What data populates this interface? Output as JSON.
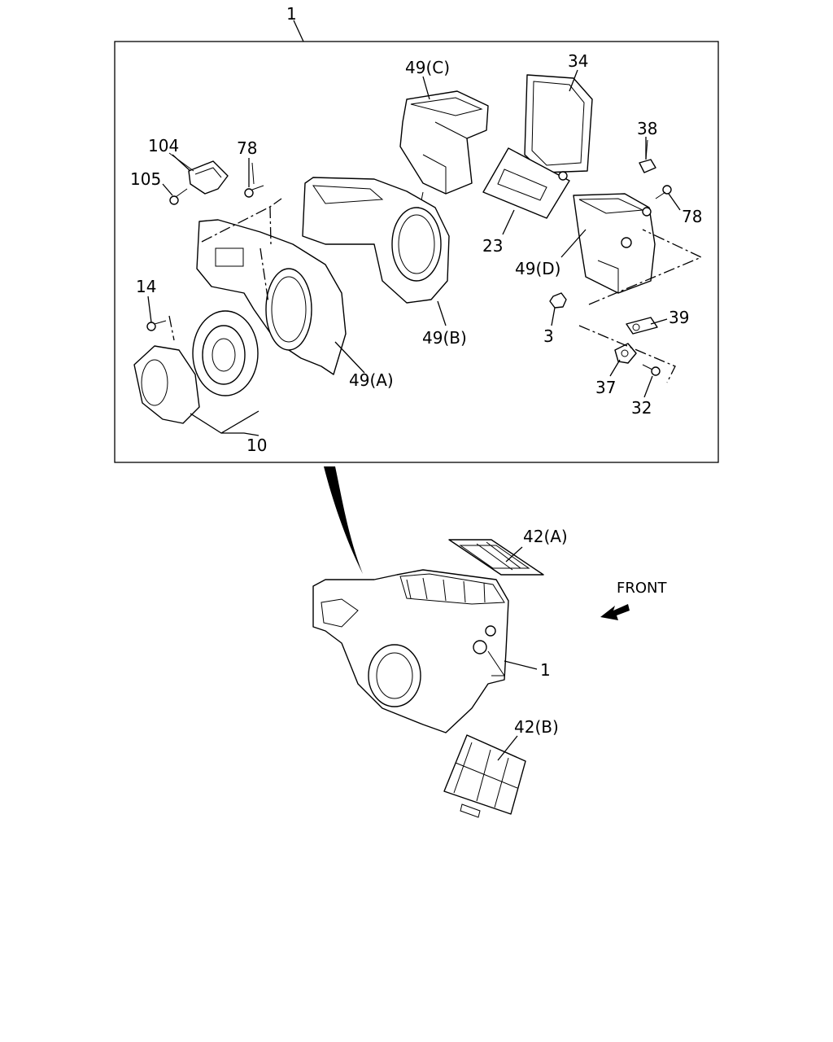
{
  "callouts": {
    "assembly_top": "1",
    "part_49c": "49(C)",
    "part_34": "34",
    "part_38": "38",
    "part_104": "104",
    "part_78_left": "78",
    "part_105": "105",
    "part_78_right": "78",
    "part_23": "23",
    "part_49d": "49(D)",
    "part_14": "14",
    "part_39": "39",
    "part_3": "3",
    "part_49b": "49(B)",
    "part_49a": "49(A)",
    "part_37": "37",
    "part_32": "32",
    "part_10": "10",
    "part_42a": "42(A)",
    "part_1": "1",
    "part_42b": "42(B)"
  },
  "direction_label": "FRONT"
}
